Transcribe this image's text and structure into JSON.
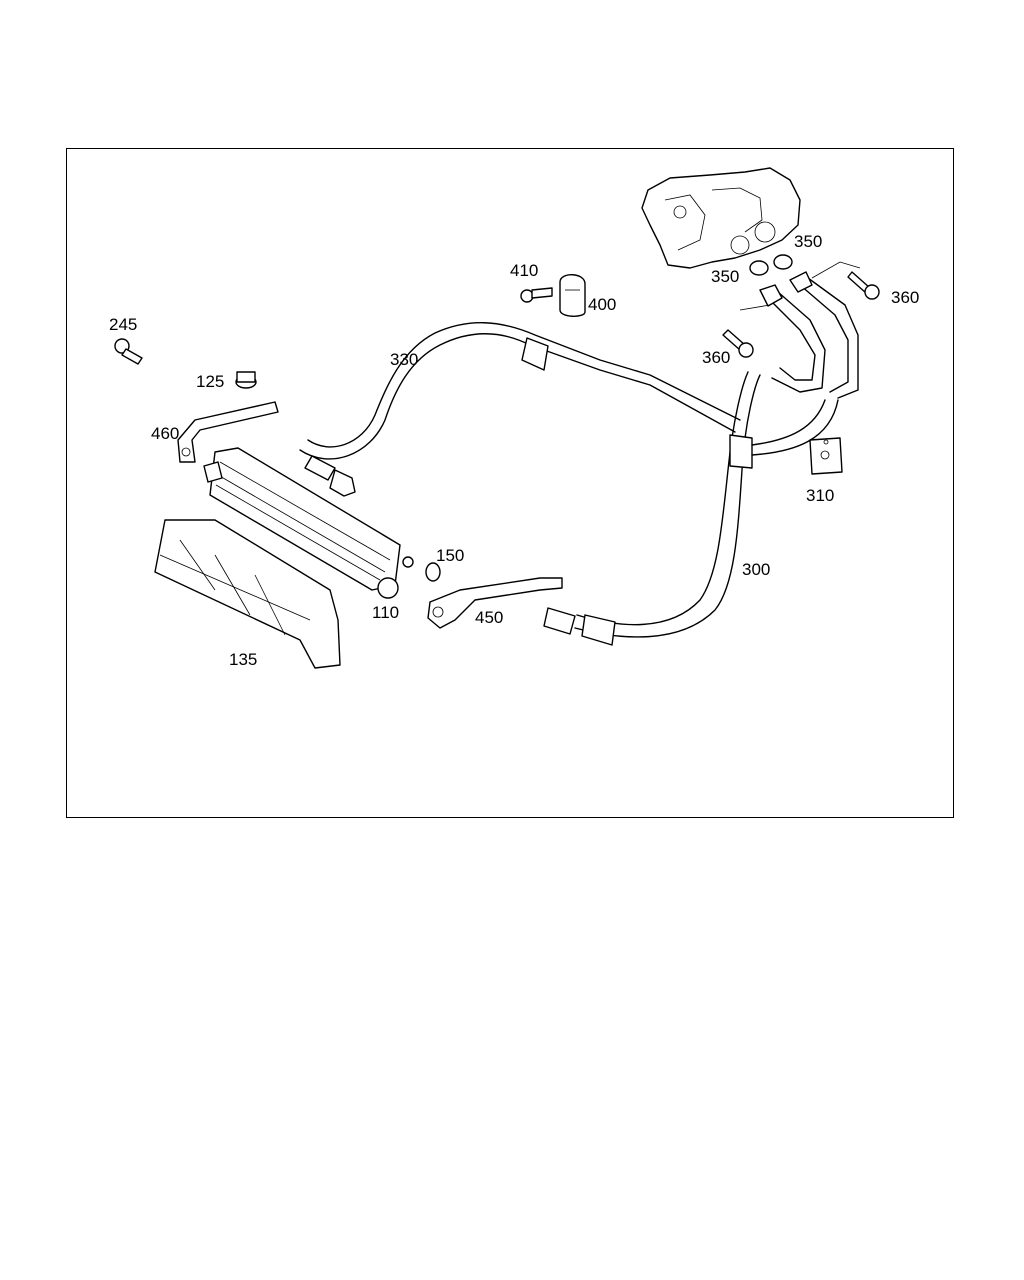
{
  "labels": {
    "p110": "110",
    "p125": "125",
    "p135": "135",
    "p150": "150",
    "p245": "245",
    "p300": "300",
    "p310": "310",
    "p330": "330",
    "p350a": "350",
    "p350b": "350",
    "p360a": "360",
    "p360b": "360",
    "p400": "400",
    "p410": "410",
    "p450": "450",
    "p460": "460"
  }
}
